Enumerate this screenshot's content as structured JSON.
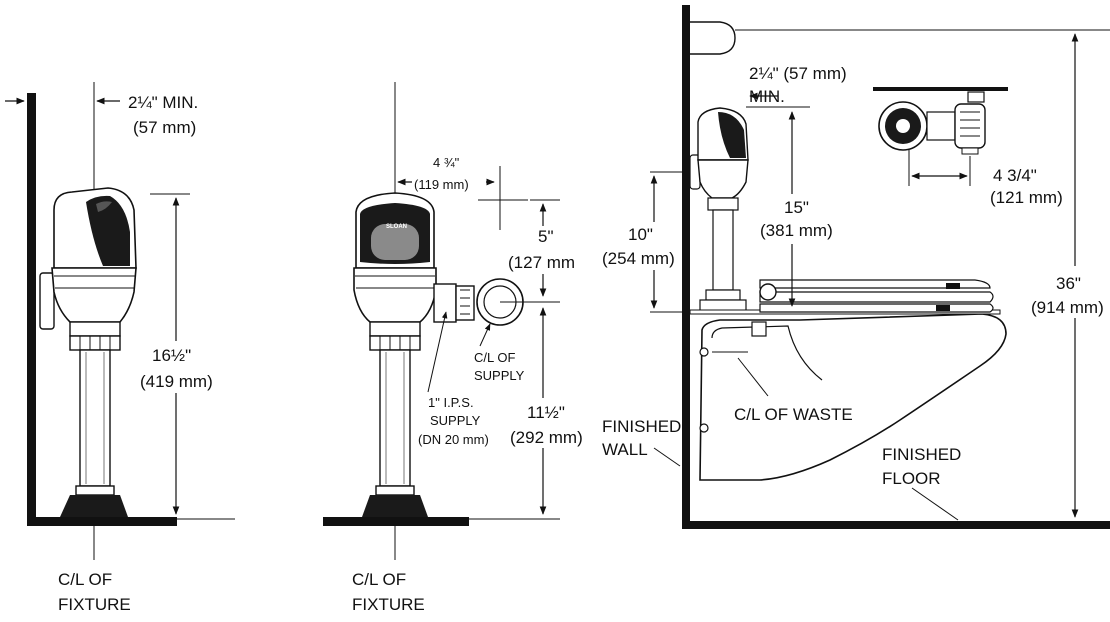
{
  "side_view": {
    "offset_line1": "2¼\" MIN.",
    "offset_line2": "(57 mm)",
    "height_in": "16½\"",
    "height_mm": "(419 mm)",
    "centerline_line1": "C/L OF",
    "centerline_line2": "FIXTURE"
  },
  "front_view": {
    "brand": "SLOAN",
    "horizontal_in": "4 ¾\"",
    "horizontal_mm": "(119 mm)",
    "vertical_in": "5\"",
    "vertical_mm": "(127 mm",
    "supply_cl_line1": "C/L OF",
    "supply_cl_line2": "SUPPLY",
    "supply_size_line1": "1\" I.P.S.",
    "supply_size_line2": "SUPPLY",
    "supply_size_line3": "(DN 20 mm)",
    "height_in": "11½\"",
    "height_mm": "(292 mm)",
    "centerline_line1": "C/L OF",
    "centerline_line2": "FIXTURE"
  },
  "installation_view": {
    "offset_line1": "2¼\" (57 mm)",
    "offset_line2": "MIN.",
    "top_offset_in": "4 3/4\"",
    "top_offset_mm": "(121 mm)",
    "height15_in": "15\"",
    "height15_mm": "(381 mm)",
    "height10_in": "10\"",
    "height10_mm": "(254 mm)",
    "height36_in": "36\"",
    "height36_mm": "(914 mm)",
    "waste_label": "C/L OF WASTE",
    "wall_line1": "FINISHED",
    "wall_line2": "WALL",
    "floor_line1": "FINISHED",
    "floor_line2": "FLOOR"
  }
}
